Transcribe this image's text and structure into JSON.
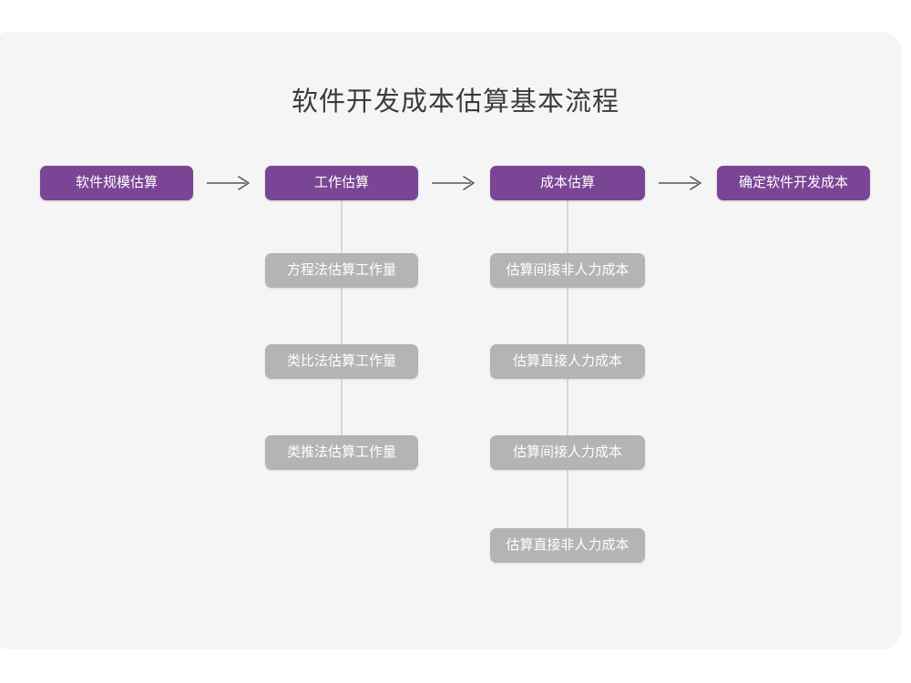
{
  "page": {
    "title": "软件开发成本估算基本流程",
    "background_color": "#ffffff",
    "card_color": "#f5f5f5",
    "primary_color": "#7a4595",
    "secondary_color": "#b4b4b4",
    "connector_color": "#d8d8d8",
    "arrow_color": "#555555",
    "title_color": "#3c3c3c"
  },
  "flow": {
    "stages": [
      {
        "id": "stage-1",
        "label": "软件规模估算",
        "substeps": []
      },
      {
        "id": "stage-2",
        "label": "工作估算",
        "substeps": [
          {
            "label": "方程法估算工作量"
          },
          {
            "label": "类比法估算工作量"
          },
          {
            "label": "类推法估算工作量"
          }
        ]
      },
      {
        "id": "stage-3",
        "label": "成本估算",
        "substeps": [
          {
            "label": "估算间接非人力成本"
          },
          {
            "label": "估算直接人力成本"
          },
          {
            "label": "估算间接人力成本"
          },
          {
            "label": "估算直接非人力成本"
          }
        ]
      },
      {
        "id": "stage-4",
        "label": "确定软件开发成本",
        "substeps": []
      }
    ],
    "arrows": [
      {
        "from": "stage-1",
        "to": "stage-2",
        "glyph": "arrow-right"
      },
      {
        "from": "stage-2",
        "to": "stage-3",
        "glyph": "arrow-right"
      },
      {
        "from": "stage-3",
        "to": "stage-4",
        "glyph": "arrow-right"
      }
    ]
  }
}
